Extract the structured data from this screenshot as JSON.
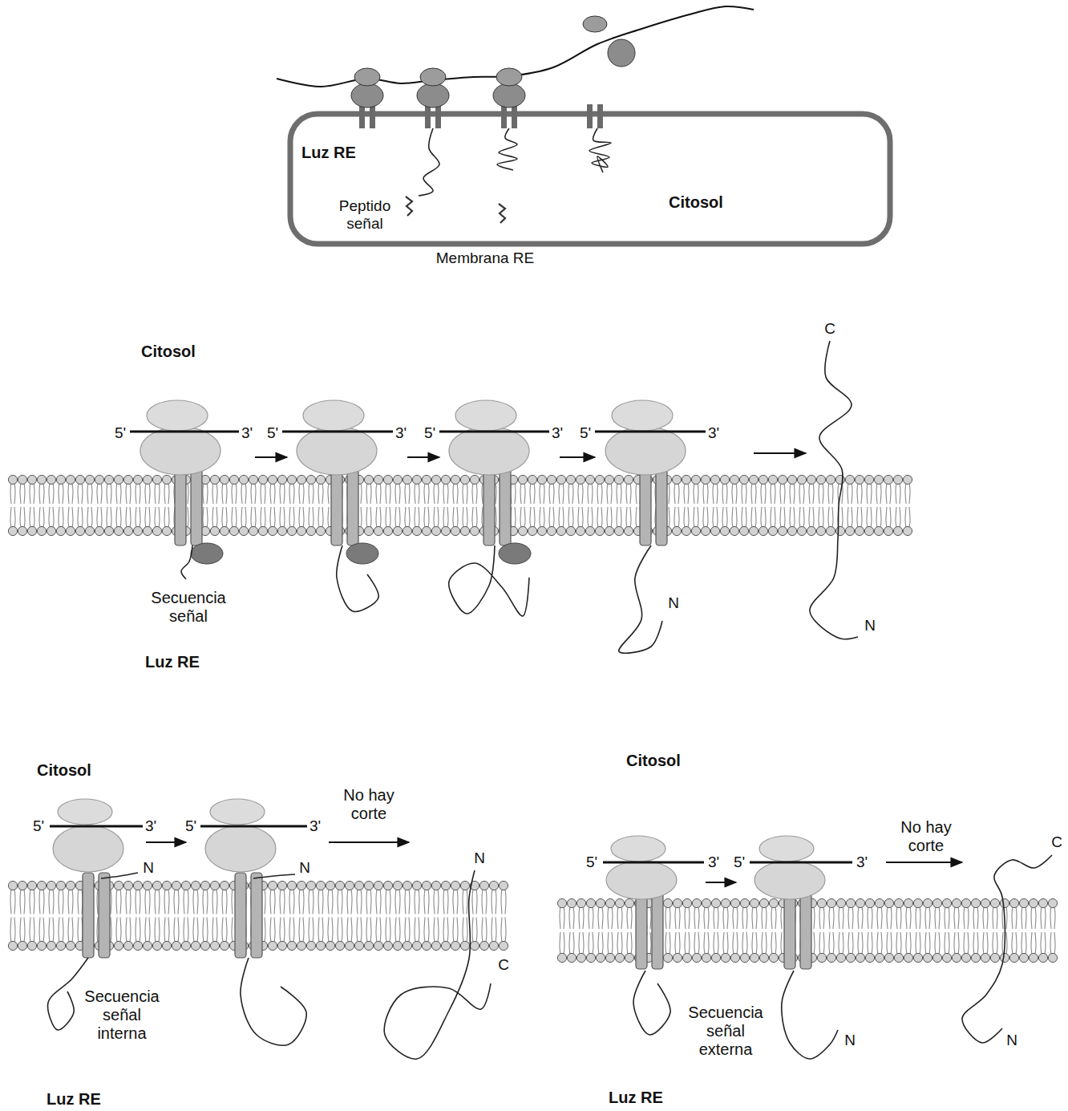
{
  "diagram": {
    "labels": [
      "Luz RE",
      "Peptido señal",
      "Citosol",
      "Membrana RE",
      "Citosol",
      "5'",
      "3'",
      "5'",
      "3'",
      "5'",
      "3'",
      "5'",
      "3'",
      "C",
      "Secuencia señal",
      "N",
      "N",
      "Luz RE",
      "Citosol",
      "5'",
      "3'",
      "5'",
      "3'",
      "No hay corte",
      "N",
      "N",
      "N",
      "Secuencia señal interna",
      "C",
      "Luz RE",
      "Citosol",
      "5'",
      "3'",
      "5'",
      "3'",
      "No hay corte",
      "C",
      "Secuencia señal externa",
      "N",
      "N",
      "Luz RE"
    ]
  }
}
